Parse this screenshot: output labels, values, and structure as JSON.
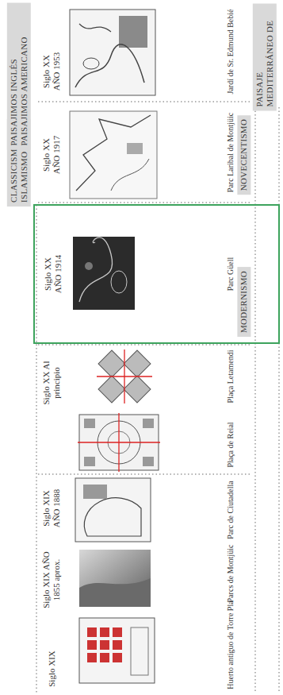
{
  "diagram": {
    "nodes": [
      {
        "text": [
          "CLASSICISMO ISLAMISMO"
        ]
      },
      {
        "text": [
          "PAISAJIMOS INGLÉS PAISAJIMOS AMERICANO"
        ]
      },
      {
        "text": [
          "Siglo XX AÑO 1914",
          "Parc Güell"
        ]
      },
      {
        "text": [
          "MODERNISMO"
        ],
        "in": 2
      },
      {
        "text": [
          "NOVECENTISMO"
        ]
      },
      {
        "text": [
          "PAISAJE MEDITERRÁNEO DE"
        ]
      }
    ],
    "labels": [
      "Siglo XIX",
      "Huerto antiguo de Torre Pla",
      "Siglo XIX AÑO 1855 aprox.",
      "Parcs de Montjüic",
      "Siglo XIX AÑO 1888",
      "Parc de Ciutadella",
      "Siglo XX Al principio",
      "Plaça de Reial",
      "Plaça Letamendi",
      "Siglo XX AÑO 1917",
      "Parc Laribal de Montjüic",
      "Siglo XX AÑO 1953",
      "Jardí de Sr. Edmund Bebié"
    ]
  }
}
